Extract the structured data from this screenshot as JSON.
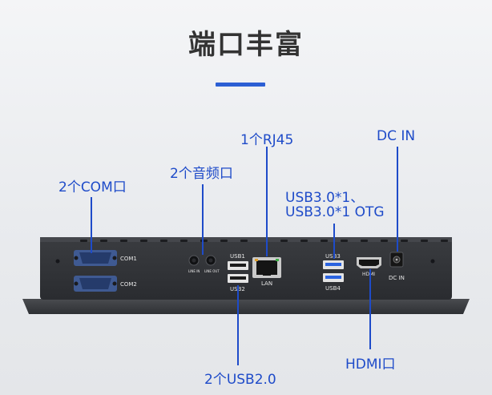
{
  "title": "端口丰富",
  "labels": {
    "com": "2个COM口",
    "audio": "2个音频口",
    "rj45": "1个RJ45",
    "usb3_line1": "USB3.0*1、",
    "usb3_line2": "USB3.0*1 OTG",
    "dcin": "DC IN",
    "hdmi": "HDMI口",
    "usb2": "2个USB2.0"
  },
  "device_labels": {
    "com1": "COM1",
    "com2": "COM2",
    "line_in": "LINE IN",
    "line_out": "LINE OUT",
    "usb1": "USB1",
    "usb2": "USB2",
    "lan": "LAN",
    "usb3": "USB3",
    "usb4": "USB4",
    "hdmi": "HDMI",
    "dc_in": "DC IN"
  },
  "colors": {
    "accent": "#1e4bc9",
    "title": "#333333",
    "chassis": "#2b2d31"
  }
}
